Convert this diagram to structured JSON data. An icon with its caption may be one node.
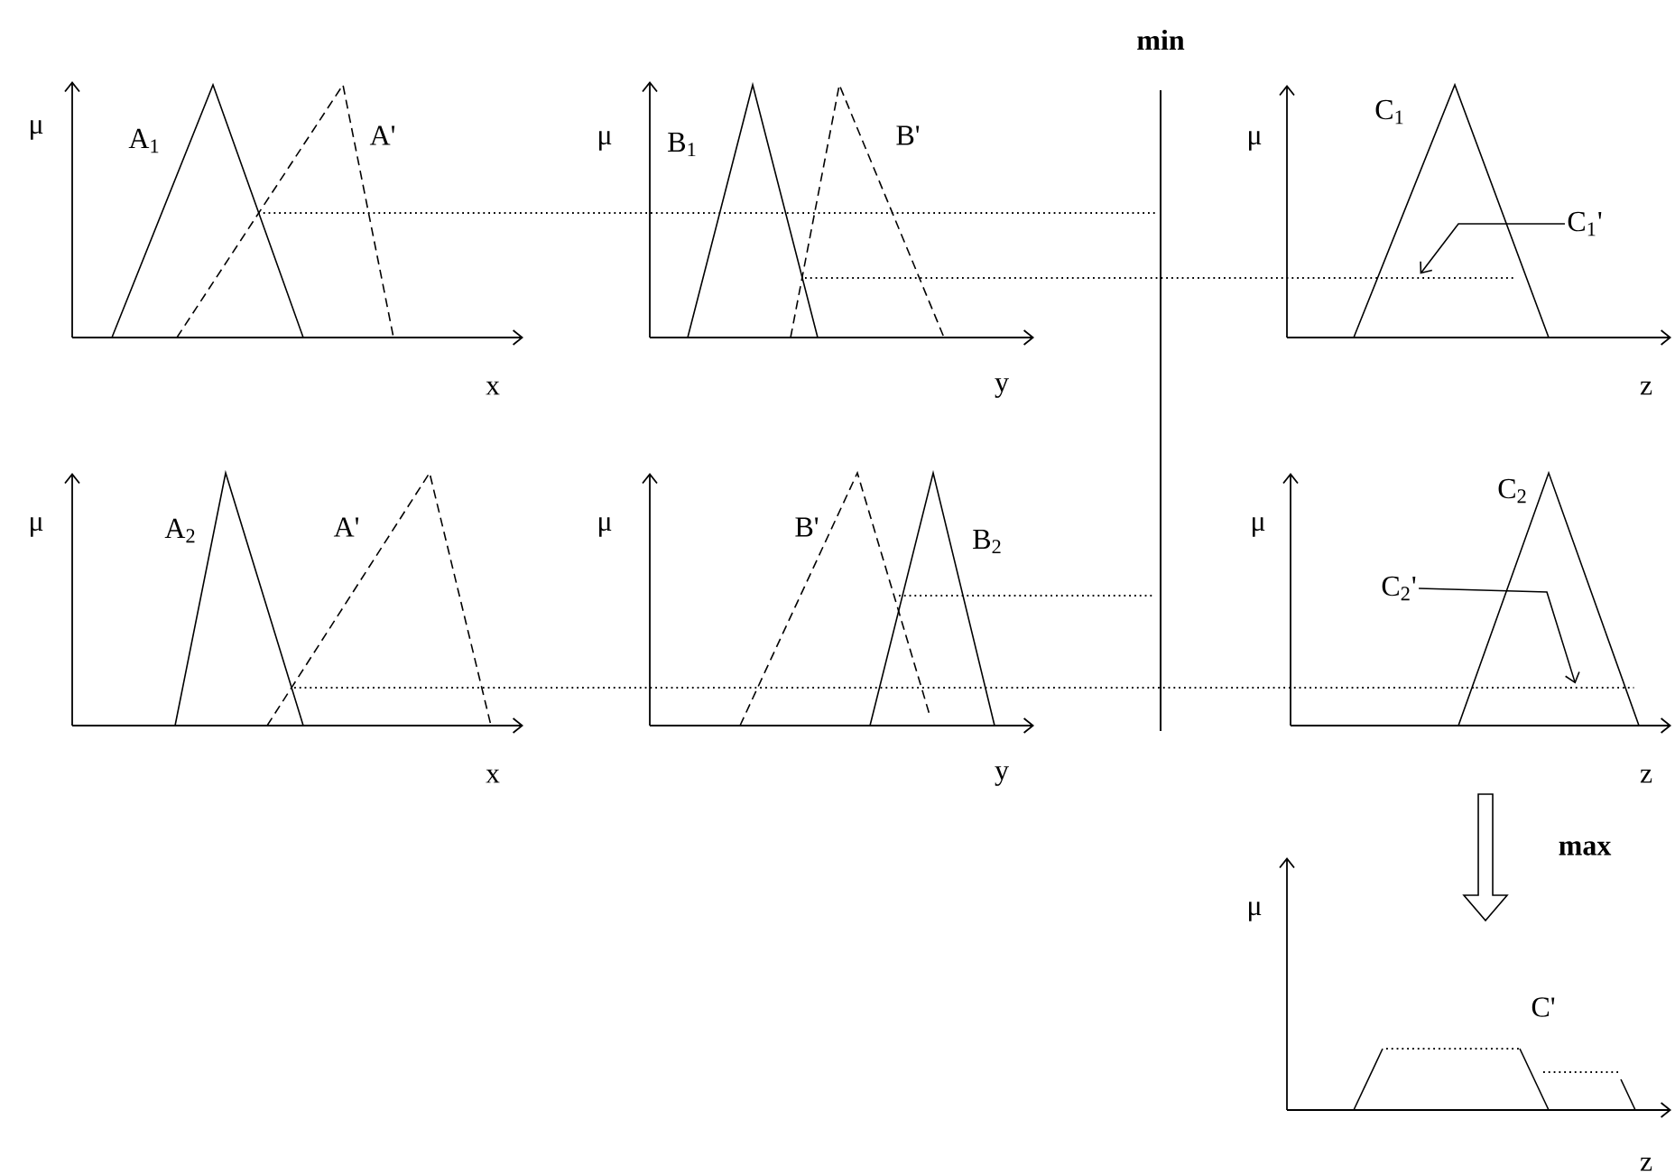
{
  "diagram": {
    "nodes": [
      {
        "text": [
          "C$_{1}$'"
        ]
      },
      {
        "text": [
          "C$_{2}$'"
        ]
      },
      {
        "text": [],
        "shape": "bar"
      },
      {
        "text": [],
        "shape": "bar"
      }
    ],
    "edges": [
      {
        "from": 0,
        "to": 2,
        "arrow": "to"
      },
      {
        "from": 1,
        "to": 3,
        "arrow": "to"
      }
    ],
    "labels": [
      "μ",
      "A$_{1}$",
      "A'",
      "x",
      "μ",
      "B$_{1}$",
      "B'",
      "y",
      "min",
      "μ",
      "C$_{1}$",
      "z",
      "μ",
      "A$_{2}$",
      "A'",
      "x",
      "μ",
      "B'",
      "B$_{2}$",
      "y",
      "μ",
      "C$_{2}$",
      "z",
      "max",
      "μ",
      "C'",
      "z"
    ]
  }
}
